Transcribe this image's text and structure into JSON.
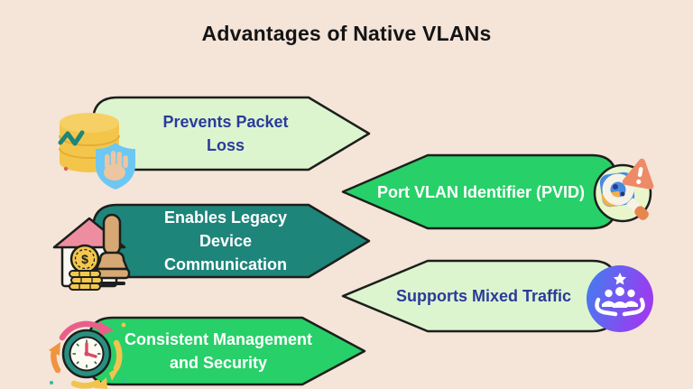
{
  "title": "Advantages of Native VLANs",
  "colors": {
    "background": "#f5e4d8",
    "light_green": "#ddf5cf",
    "bright_green": "#27d068",
    "teal": "#1e857a",
    "outline": "#1c1f1c",
    "text_blue": "#2a3b9b",
    "text_white": "#ffffff",
    "title_black": "#141414"
  },
  "banners": [
    {
      "label": "Prevents Packet Loss",
      "direction": "right",
      "fill": "#ddf5cf",
      "text_color": "#2a3b9b",
      "icon": "database-shield-icon"
    },
    {
      "label": "Port VLAN Identifier (PVID)",
      "direction": "left",
      "fill": "#27d068",
      "text_color": "#ffffff",
      "icon": "magnifier-warning-icon"
    },
    {
      "label": "Enables Legacy Device Communication",
      "direction": "right",
      "fill": "#1e857a",
      "text_color": "#ffffff",
      "icon": "house-stamp-coins-icon"
    },
    {
      "label": "Supports Mixed Traffic",
      "direction": "left",
      "fill": "#ddf5cf",
      "text_color": "#2a3b9b",
      "icon": "community-hands-icon"
    },
    {
      "label": "Consistent Management and Security",
      "direction": "right",
      "fill": "#27d068",
      "text_color": "#ffffff",
      "icon": "clock-cycle-icon"
    }
  ],
  "icons": {
    "dollar_glyph": "$"
  }
}
